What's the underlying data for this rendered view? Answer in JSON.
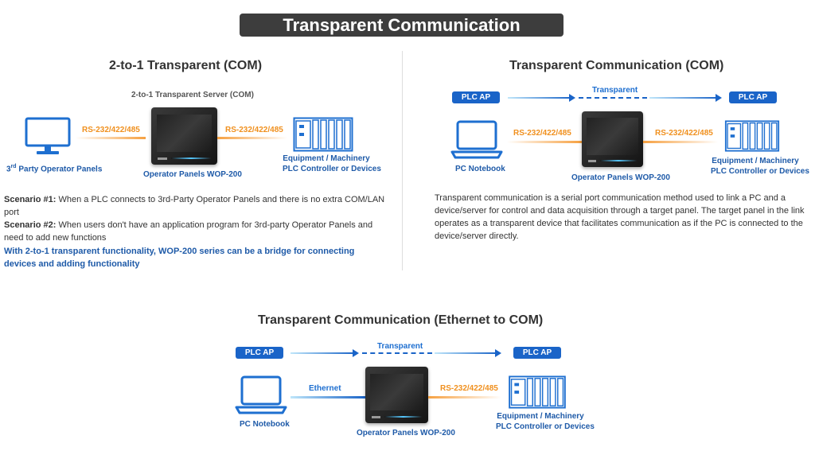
{
  "banner": {
    "title": "Transparent Communication"
  },
  "section1": {
    "title": "2-to-1 Transparent (COM)",
    "server_label": "2-to-1 Transparent Server (COM)",
    "left_link": "RS-232/422/485",
    "right_link": "RS-232/422/485",
    "monitor_label_prefix": "3",
    "monitor_label_sup": "rd",
    "monitor_label_suffix": " Party Operator Panels",
    "panel_label": "Operator Panels WOP-200",
    "equipment_label_1": "Equipment / Machinery",
    "equipment_label_2": "PLC Controller or Devices",
    "scenario1_head": "Scenario #1:",
    "scenario1_text": " When a PLC connects to 3rd-Party Operator Panels and there is no extra COM/LAN",
    "scenario1_text2": "port",
    "scenario2_head": "Scenario #2:",
    "scenario2_text": " When users don't have an application program for 3rd-party Operator Panels and",
    "scenario2_text2": "need to add new functions",
    "highlight_1": "With 2-to-1 transparent functionality, WOP-200 series can be a bridge for connecting",
    "highlight_2": "devices and adding functionality"
  },
  "section2": {
    "title": "Transparent Communication (COM)",
    "plc_left": "PLC AP",
    "plc_right": "PLC AP",
    "transparent_label": "Transparent",
    "left_link": "RS-232/422/485",
    "right_link": "RS-232/422/485",
    "notebook_label": "PC Notebook",
    "panel_label": "Operator Panels WOP-200",
    "equipment_label_1": "Equipment / Machinery",
    "equipment_label_2": "PLC Controller or Devices",
    "description_1": "Transparent communication is a serial port communication method used to link a PC and a",
    "description_2": "device/server for control and data acquisition through a target panel. The target panel in the link",
    "description_3": "operates as a transparent device that facilitates communication as if the PC is connected to the",
    "description_4": "device/server directly."
  },
  "section3": {
    "title": "Transparent Communication (Ethernet to COM)",
    "plc_left": "PLC AP",
    "plc_right": "PLC AP",
    "transparent_label": "Transparent",
    "left_link": "Ethernet",
    "right_link": "RS-232/422/485",
    "notebook_label": "PC Notebook",
    "panel_label": "Operator Panels WOP-200",
    "equipment_label_1": "Equipment / Machinery",
    "equipment_label_2": "PLC Controller or Devices"
  },
  "colors": {
    "brand_blue": "#1a64c8",
    "link_orange": "#f0901e",
    "banner_bg": "#3d3d3d"
  },
  "icons": [
    "monitor-icon",
    "notebook-icon",
    "operator-panel-icon",
    "plc-rack-icon",
    "arrow-right-icon"
  ]
}
